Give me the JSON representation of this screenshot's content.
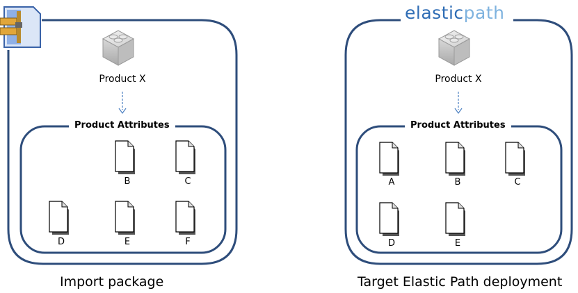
{
  "left_panel": {
    "product_label": "Product X",
    "attributes_title": "Product Attributes",
    "documents": [
      "B",
      "C",
      "D",
      "E",
      "F"
    ],
    "caption": "Import package"
  },
  "right_panel": {
    "product_label": "Product X",
    "attributes_title": "Product Attributes",
    "documents": [
      "A",
      "B",
      "C",
      "D",
      "E"
    ],
    "caption": "Target Elastic Path deployment"
  },
  "logo": {
    "part1": "elastic",
    "part2": "path"
  },
  "colors": {
    "border": "#2e4d7b",
    "arrow": "#4a7fc1",
    "logo_dark": "#2f6db5",
    "logo_light": "#7fb3df"
  }
}
